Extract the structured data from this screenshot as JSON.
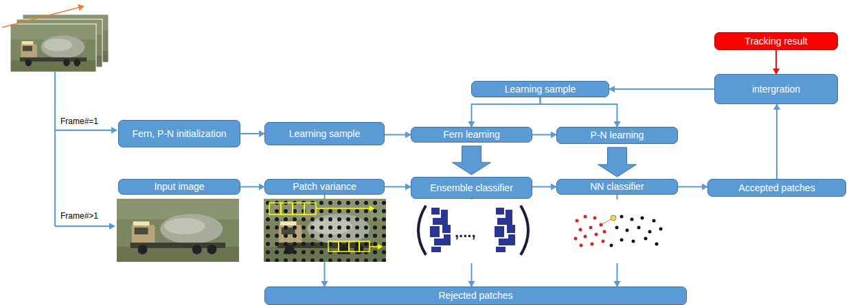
{
  "diagram": {
    "nodes": [
      {
        "text": [
          "Tracking result"
        ]
      },
      {
        "text": [
          "intergration"
        ]
      },
      {
        "text": [
          "Learning sample"
        ]
      },
      {
        "text": [
          "Fern, P-N initialization"
        ]
      },
      {
        "text": [
          "Learning sample"
        ]
      },
      {
        "text": [
          "Fern learning"
        ]
      },
      {
        "text": [
          "P-N learning"
        ]
      },
      {
        "text": [
          "Input image"
        ]
      },
      {
        "text": [
          "Patch variance"
        ]
      },
      {
        "text": [
          "Ensemble classifier"
        ]
      },
      {
        "text": [
          "NN classifier"
        ]
      },
      {
        "text": [
          "Accepted patches"
        ]
      },
      {
        "text": [
          "Rejected patches"
        ]
      }
    ],
    "edges": [
      {
        "from": 0,
        "to": 1,
        "arrow": "to"
      },
      {
        "from": 1,
        "to": 2,
        "arrow": "to"
      },
      {
        "from": 2,
        "to": 5,
        "arrow": "to"
      },
      {
        "from": 2,
        "to": 6,
        "arrow": "to"
      },
      {
        "from": 3,
        "to": 4,
        "arrow": "to"
      },
      {
        "from": 4,
        "to": 5,
        "arrow": "to"
      },
      {
        "from": 5,
        "to": 6,
        "arrow": "to"
      },
      {
        "from": 5,
        "to": 9,
        "arrow": "to"
      },
      {
        "from": 6,
        "to": 10,
        "arrow": "to"
      },
      {
        "from": 7,
        "to": 8,
        "arrow": "to"
      },
      {
        "from": 8,
        "to": 9,
        "arrow": "to"
      },
      {
        "from": 9,
        "to": 10,
        "arrow": "to"
      },
      {
        "from": 10,
        "to": 11,
        "arrow": "to"
      },
      {
        "from": 11,
        "to": 1,
        "arrow": "to"
      },
      {
        "from": 8,
        "to": 12,
        "arrow": "to"
      },
      {
        "from": 9,
        "to": 12,
        "arrow": "to"
      },
      {
        "from": 10,
        "to": 12,
        "arrow": "to"
      }
    ],
    "labels": [
      "Frame#=1",
      "Frame#>1",
      ",...,"
    ]
  }
}
